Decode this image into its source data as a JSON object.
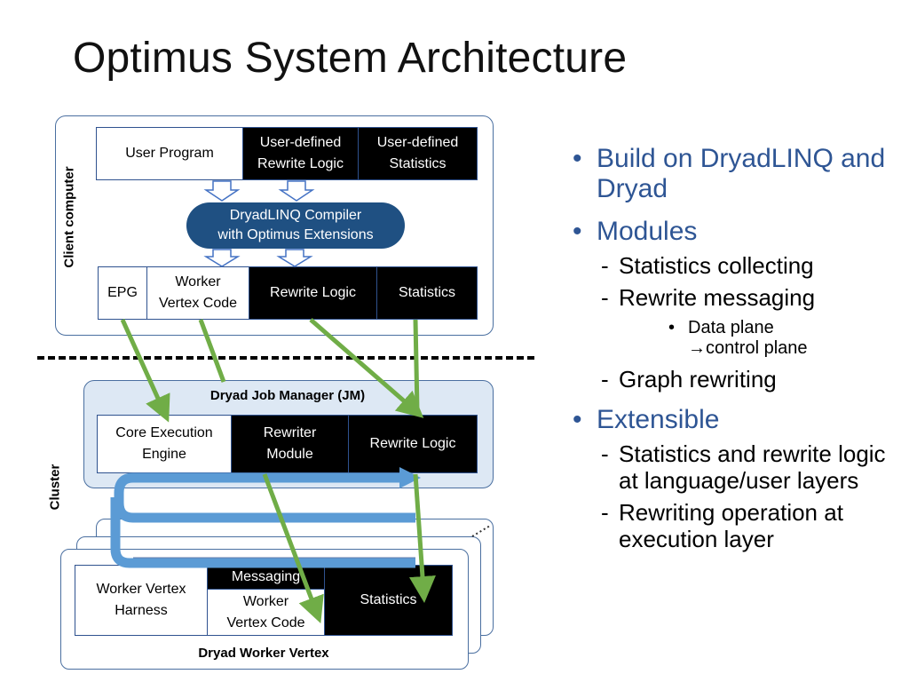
{
  "slide": {
    "title": "Optimus System Architecture"
  },
  "diagram": {
    "client_label": "Client  computer",
    "cluster_label": "Cluster",
    "client_top_row": [
      "User Program",
      "User-defined\nRewrite Logic",
      "User-defined\nStatistics"
    ],
    "compiler": [
      "DryadLINQ  Compiler",
      "with Optimus Extensions"
    ],
    "client_bottom_row": [
      "EPG",
      "Worker\nVertex Code",
      "Rewrite Logic",
      "Statistics"
    ],
    "jm_title": "Dryad Job Manager (JM)",
    "jm_row": [
      "Core Execution\nEngine",
      "Rewriter\nModule",
      "Rewrite Logic"
    ],
    "worker": {
      "harness": "Worker Vertex\nHarness",
      "messaging": "Messaging",
      "code": "Worker\nVertex Code",
      "statistics": "Statistics",
      "title": "Dryad Worker Vertex"
    },
    "colors": {
      "arrow_green": "#70ad47",
      "arrow_blue": "#5b9bd5",
      "pill": "#1f5082",
      "frame": "#4a6fa0",
      "jm_fill": "#dde8f4"
    }
  },
  "bullets": {
    "b1": "Build on DryadLINQ and Dryad",
    "b2": "Modules",
    "b2_1": "Statistics collecting",
    "b2_2": "Rewrite messaging",
    "b2_2_1": "Data plane",
    "b2_2_1b": "control plane",
    "b2_3": "Graph rewriting",
    "b3": "Extensible",
    "b3_1": "Statistics and rewrite logic at language/user layers",
    "b3_2": "Rewriting operation at execution layer"
  }
}
